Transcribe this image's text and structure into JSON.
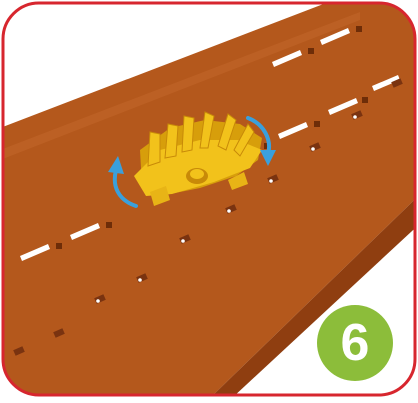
{
  "step": {
    "number": "6",
    "badge_color": "#8cbd3a"
  },
  "colors": {
    "frame_border": "#d7262e",
    "board_top": "#b4581c",
    "board_side": "#8f3e10",
    "connector": "#f2c21b",
    "connector_shade": "#d79e0b",
    "arrow": "#3aa0dc"
  },
  "illustration": {
    "subject": "yellow-connector-on-brown-rail",
    "rotation_arrows": 2
  }
}
